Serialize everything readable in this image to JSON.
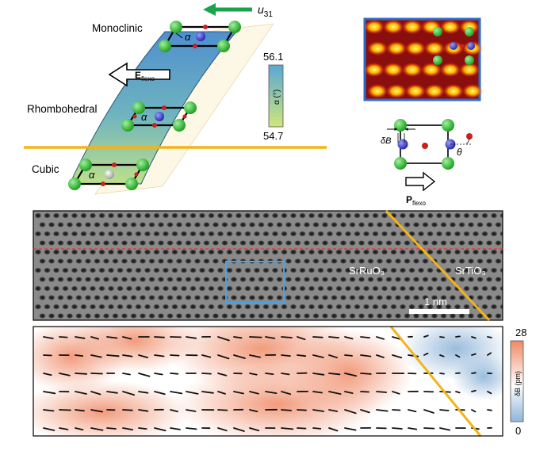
{
  "phases": {
    "monoclinic": "Monoclinic",
    "rhombohedral": "Rhombohedral",
    "cubic": "Cubic"
  },
  "angle_symbol": "α",
  "strain_label": {
    "base": "u",
    "sub": "31"
  },
  "efield_label": {
    "base": "E",
    "sub": "flexo"
  },
  "pfield_label": {
    "base": "P",
    "sub": "flexo"
  },
  "alpha_colorbar": {
    "max": "56.1",
    "min": "54.7",
    "title": "α (°)",
    "colors": [
      "#cfe67a",
      "#5aa7d6"
    ]
  },
  "delta_colorbar": {
    "max": "28",
    "min": "0",
    "title": "δB (pm)",
    "colors": [
      "#ef8a66",
      "#ffffff",
      "#8fb4d8"
    ]
  },
  "materials": {
    "left": "SrRuO₃",
    "right": "SrTiO₃"
  },
  "scalebar": "1 nm",
  "unitcell_labels": {
    "delta": "δB",
    "theta": "θ"
  },
  "colors": {
    "accent": "#f2b417",
    "arrow": "#1aa44a",
    "atom_a": "#2fbf2f",
    "atom_b": "#3a3ad0",
    "atom_o": "#cc1f1f",
    "roi": "#4aa3e8"
  }
}
